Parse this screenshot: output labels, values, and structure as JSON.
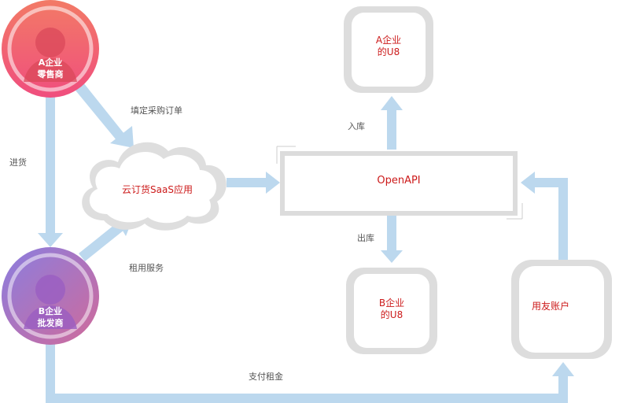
{
  "nodes": {
    "retailer": {
      "line1": "A企业",
      "line2": "零售商"
    },
    "wholesaler": {
      "line1": "B企业",
      "line2": "批发商"
    },
    "cloud_app": {
      "label": "云订货SaaS应用"
    },
    "openapi": {
      "label": "OpenAPI"
    },
    "db_a_u8": {
      "line1": "A企业",
      "line2": "的U8"
    },
    "db_b_u8": {
      "line1": "B企业",
      "line2": "的U8"
    },
    "yonyou_account": {
      "label": "用友账户"
    }
  },
  "edges": {
    "fill_po": "填定采购订单",
    "purchase": "进货",
    "lease_service": "租用服务",
    "inbound": "入库",
    "outbound": "出库",
    "pay_rent": "支付租金"
  },
  "colors": {
    "arrow": "#bcd8ee",
    "retailer_top": "#f26a6a",
    "retailer_bottom": "#f0587a",
    "wholesaler_top": "#a06ad6",
    "wholesaler_bottom": "#c06aa6",
    "text_red": "#cc1a1a"
  }
}
